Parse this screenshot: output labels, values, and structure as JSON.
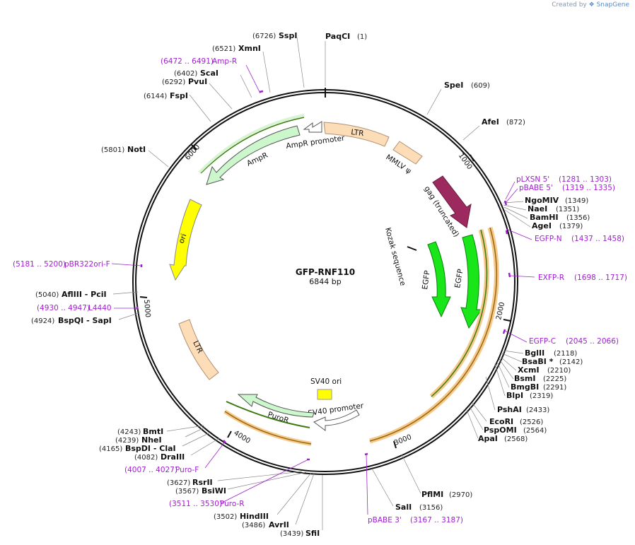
{
  "credit": {
    "created_by": "Created by",
    "app": "SnapGene"
  },
  "plasmid": {
    "name": "GFP-RNF110",
    "size_label": "6844 bp",
    "length": 6844
  },
  "ticks": [
    {
      "bp": 1000,
      "label": "1000"
    },
    {
      "bp": 2000,
      "label": "2000"
    },
    {
      "bp": 3000,
      "label": "3000"
    },
    {
      "bp": 4000,
      "label": "4000"
    },
    {
      "bp": 5000,
      "label": "5000"
    },
    {
      "bp": 6000,
      "label": "6000"
    }
  ],
  "sites": [
    {
      "name": "PaqCI",
      "pos": "(1)"
    },
    {
      "name": "SpeI",
      "pos": "(609)"
    },
    {
      "name": "AfeI",
      "pos": "(872)"
    },
    {
      "name": "NgoMIV",
      "pos": "(1349)"
    },
    {
      "name": "NaeI",
      "pos": "(1351)"
    },
    {
      "name": "BamHI",
      "pos": "(1356)"
    },
    {
      "name": "AgeI",
      "pos": "(1379)"
    },
    {
      "name": "BglII",
      "pos": "(2118)"
    },
    {
      "name": "BsaBI *",
      "pos": "(2142)"
    },
    {
      "name": "XcmI",
      "pos": "(2210)"
    },
    {
      "name": "BsmI",
      "pos": "(2225)"
    },
    {
      "name": "BmgBI",
      "pos": "(2291)"
    },
    {
      "name": "BlpI",
      "pos": "(2319)"
    },
    {
      "name": "PshAI",
      "pos": "(2433)"
    },
    {
      "name": "EcoRI",
      "pos": "(2526)"
    },
    {
      "name": "PspOMI",
      "pos": "(2564)"
    },
    {
      "name": "ApaI",
      "pos": "(2568)"
    },
    {
      "name": "PflMI",
      "pos": "(2970)"
    },
    {
      "name": "SalI",
      "pos": "(3156)"
    },
    {
      "name": "SfiI",
      "pos": "(3439)"
    },
    {
      "name": "AvrII",
      "pos": "(3486)"
    },
    {
      "name": "HindIII",
      "pos": "(3502)"
    },
    {
      "name": "BsiWI",
      "pos": "(3567)"
    },
    {
      "name": "RsrII",
      "pos": "(3627)"
    },
    {
      "name": "DraIII",
      "pos": "(4082)"
    },
    {
      "name": "BspDI - ClaI",
      "pos": "(4165)"
    },
    {
      "name": "NheI",
      "pos": "(4239)"
    },
    {
      "name": "BmtI",
      "pos": "(4243)"
    },
    {
      "name": "BspQI - SapI",
      "pos": "(4924)"
    },
    {
      "name": "AflIII - PciI",
      "pos": "(5040)"
    },
    {
      "name": "NotI",
      "pos": "(5801)"
    },
    {
      "name": "FspI",
      "pos": "(6144)"
    },
    {
      "name": "PvuI",
      "pos": "(6292)"
    },
    {
      "name": "ScaI",
      "pos": "(6402)"
    },
    {
      "name": "XmnI",
      "pos": "(6521)"
    },
    {
      "name": "SspI",
      "pos": "(6726)"
    }
  ],
  "primers": [
    {
      "name": "pLXSN 5'",
      "range": "(1281 .. 1303)"
    },
    {
      "name": "pBABE 5'",
      "range": "(1319 .. 1335)"
    },
    {
      "name": "EGFP-N",
      "range": "(1437 .. 1458)"
    },
    {
      "name": "EXFP-R",
      "range": "(1698 .. 1717)"
    },
    {
      "name": "EGFP-C",
      "range": "(2045 .. 2066)"
    },
    {
      "name": "pBABE 3'",
      "range": "(3167 .. 3187)"
    },
    {
      "name": "Puro-R",
      "range": "(3511 .. 3530)"
    },
    {
      "name": "Puro-F",
      "range": "(4007 .. 4027)"
    },
    {
      "name": "L4440",
      "range": "(4930 .. 4947)"
    },
    {
      "name": "pBR322ori-F",
      "range": "(5181 .. 5200)"
    },
    {
      "name": "Amp-R",
      "range": "(6472 .. 6491)"
    }
  ],
  "features": {
    "ltr_top": "LTR",
    "mmlv": "MMLV ψ",
    "gag": "gag (truncated)",
    "kozak": "Kozak sequence",
    "egfp1": "EGFP",
    "egfp2": "EGFP",
    "sv40_ori": "SV40 ori",
    "sv40_promoter": "SV40 promoter",
    "puror": "PuroR",
    "ltr_bottom": "LTR",
    "ori": "ori",
    "ampr": "AmpR",
    "ampr_promoter": "AmpR promoter"
  },
  "colors": {
    "backbone": "#111111",
    "primer": "#a020d0",
    "ltr": "#fddcb8",
    "gag": "#9c2a5e",
    "egfp": "#19e619",
    "ori": "#ffff00",
    "ampr": "#ccf7cc",
    "orf": "#f0b060",
    "sv40ori": "#ffff00"
  }
}
